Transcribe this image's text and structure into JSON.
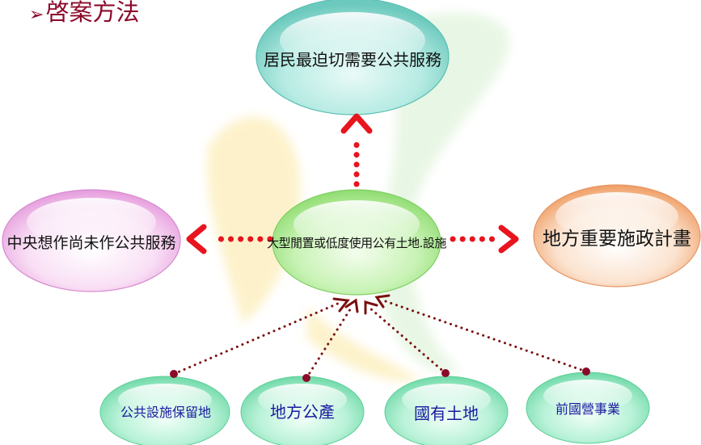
{
  "title": {
    "bullet": "➢",
    "text": "啓案方法"
  },
  "center": {
    "label": "大型閒置或低度使用公有土地.設施"
  },
  "top": {
    "label": "居民最迫切需要公共服務"
  },
  "left": {
    "label": "中央想作尚未作公共服務"
  },
  "right": {
    "label": "地方重要施政計畫"
  },
  "sources": [
    {
      "label": "公共設施保留地"
    },
    {
      "label": "地方公產"
    },
    {
      "label": "國有土地"
    },
    {
      "label": "前國營事業"
    }
  ],
  "colors": {
    "title": "#8b0a2a",
    "arrow_red": "#e8141e",
    "arrow_brown": "#7a1010",
    "top_fill": "#9fe0d6",
    "left_fill": "#f4c2ec",
    "center_fill": "#bff0a8",
    "right_fill": "#f7c9a3",
    "source_fill": "#aef0cf"
  }
}
